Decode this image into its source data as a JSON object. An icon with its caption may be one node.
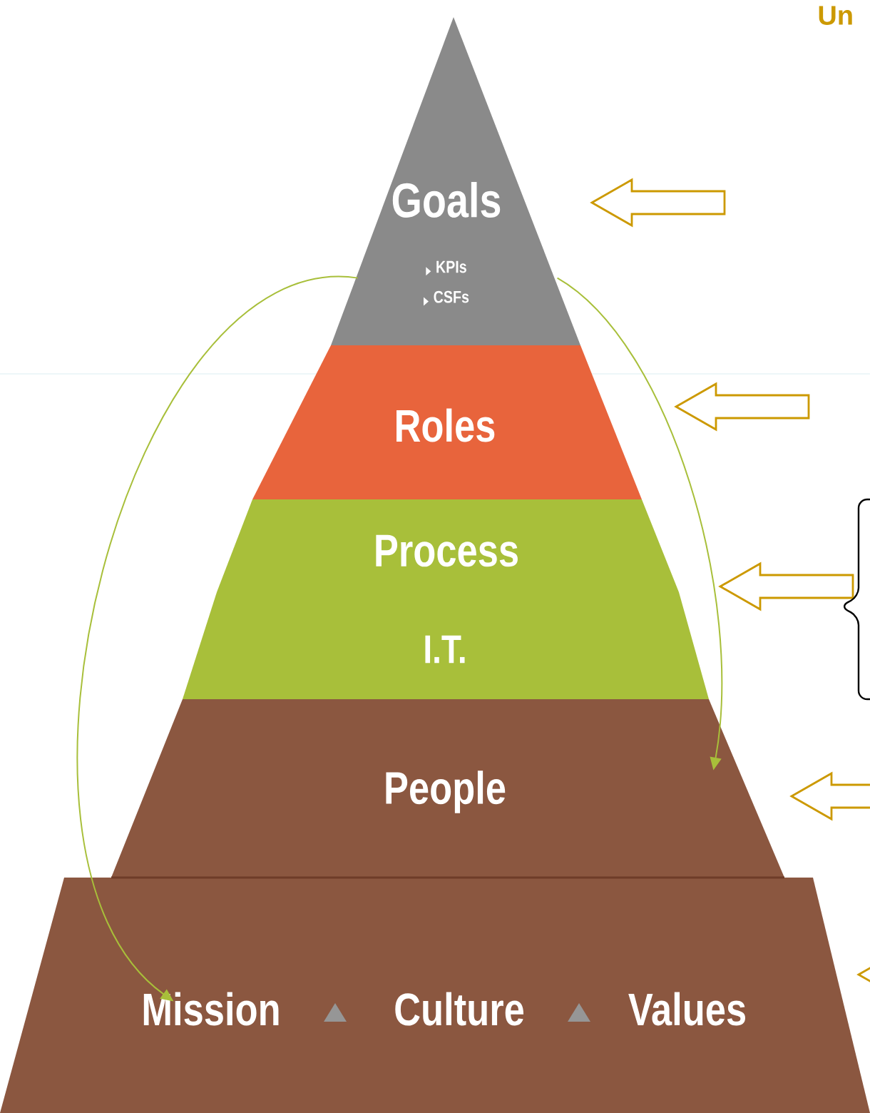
{
  "diagram": {
    "nodes": [
      {
        "text": [
          "Goals",
          "KPIs",
          "CSFs"
        ]
      },
      {
        "text": [
          "Roles"
        ]
      },
      {
        "text": [
          "Process"
        ]
      },
      {
        "text": [
          "I.T."
        ]
      },
      {
        "text": [
          "People"
        ]
      },
      {
        "text": [
          "Mission",
          "Culture",
          "Values"
        ]
      }
    ],
    "edges": [
      {
        "from": 0,
        "to": 4,
        "arrow": "to",
        "color": "#a8bf3a"
      },
      {
        "from": 0,
        "to": 5,
        "arrow": "to",
        "color": "#a8bf3a"
      },
      {
        "from": null,
        "to": 0,
        "arrow": "to"
      },
      {
        "from": null,
        "to": 1,
        "arrow": "to"
      },
      {
        "from": null,
        "to": 2,
        "arrow": "to"
      },
      {
        "from": null,
        "to": 4,
        "arrow": "to"
      },
      {
        "from": null,
        "to": 5,
        "arrow": "to"
      }
    ],
    "labels": [
      "Un"
    ]
  }
}
